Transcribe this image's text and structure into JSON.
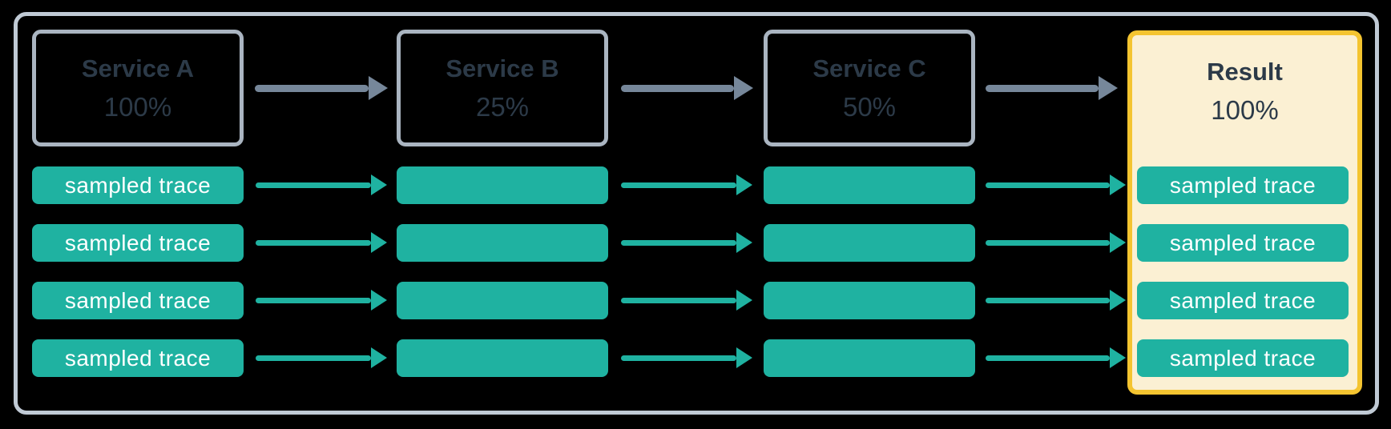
{
  "colors": {
    "background": "#000000",
    "frame-border": "#c0cad5",
    "service-border": "#aab5c1",
    "text-dark": "#2c3a48",
    "arrow-gray": "#76879a",
    "teal": "#1fb2a1",
    "result-border": "#f4c430",
    "result-fill": "#fbf0d3",
    "trace-text": "#ffffff"
  },
  "services": [
    {
      "name": "Service A",
      "rate": "100%"
    },
    {
      "name": "Service B",
      "rate": "25%"
    },
    {
      "name": "Service C",
      "rate": "50%"
    }
  ],
  "result": {
    "name": "Result",
    "rate": "100%"
  },
  "trace": {
    "label": "sampled trace",
    "rows_per_column": 4
  }
}
